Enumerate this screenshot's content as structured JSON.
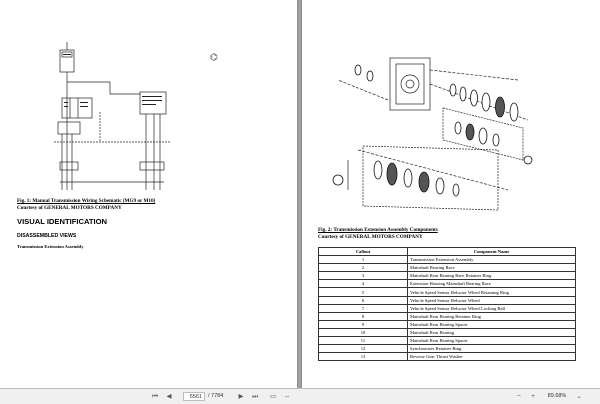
{
  "left_page": {
    "fig1_caption": "Fig. 1: Manual Transmission Wiring Schematic (MG9 or M10)",
    "fig1_courtesy": "Courtesy of GENERAL MOTORS COMPANY",
    "section_title": "VISUAL IDENTIFICATION",
    "subsection_title": "DISASSEMBLED VIEWS",
    "assembly_label": "Transmission Extension Assembly"
  },
  "right_page": {
    "fig2_caption": "Fig. 2: Transmission Extension Assembly Components",
    "fig2_courtesy": "Courtesy of GENERAL MOTORS COMPANY",
    "table": {
      "headers": [
        "Callout",
        "Component Name"
      ],
      "rows": [
        [
          "1",
          "Transmission Extension Assembly"
        ],
        [
          "2",
          "Mainshaft Bearing Race"
        ],
        [
          "3",
          "Mainshaft Rear Bearing Race Retainer Ring"
        ],
        [
          "4",
          "Extension Housing Mainshaft Bearing Race"
        ],
        [
          "5",
          "Vehicle Speed Sensor Reluctor Wheel Retaining Ring"
        ],
        [
          "6",
          "Vehicle Speed Sensor Reluctor Wheel"
        ],
        [
          "7",
          "Vehicle Speed Sensor Reluctor Wheel Locking Ball"
        ],
        [
          "8",
          "Mainshaft Rear Bearing Retainer Ring"
        ],
        [
          "9",
          "Mainshaft Rear Bearing Spacer"
        ],
        [
          "10",
          "Mainshaft Rear Bearing"
        ],
        [
          "11",
          "Mainshaft Rear Bearing Spacer"
        ],
        [
          "12",
          "Synchronizer Retainer Ring"
        ],
        [
          "13",
          "Reverse Gear Thrust Washer"
        ]
      ]
    }
  },
  "toolbar": {
    "current_page": "5561",
    "total_pages": "/ 7784",
    "zoom": "89.68%",
    "icons": [
      "first-page-icon",
      "prev-page-icon",
      "next-page-icon",
      "last-page-icon",
      "fit-page-icon",
      "fit-width-icon",
      "zoom-out-icon",
      "zoom-in-icon"
    ]
  }
}
